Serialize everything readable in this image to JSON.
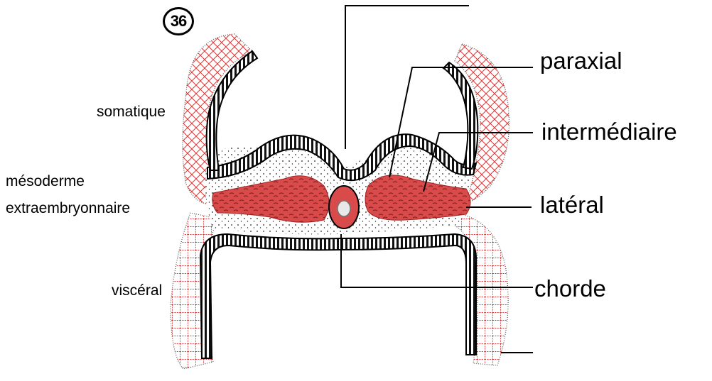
{
  "figure_number": "36",
  "labels_left": {
    "somatique": "somatique",
    "mesoderme_line1": "mésoderme",
    "mesoderme_line2": "extraembryonnaire",
    "visceral": "viscéral"
  },
  "labels_right": {
    "paraxial": "paraxial",
    "intermediaire": "intermédiaire",
    "lateral": "latéral",
    "chorde": "chorde"
  },
  "colors": {
    "mesoderm_red": "#d94b4b",
    "hatch_red": "#e23b3b",
    "ink": "#000000"
  }
}
